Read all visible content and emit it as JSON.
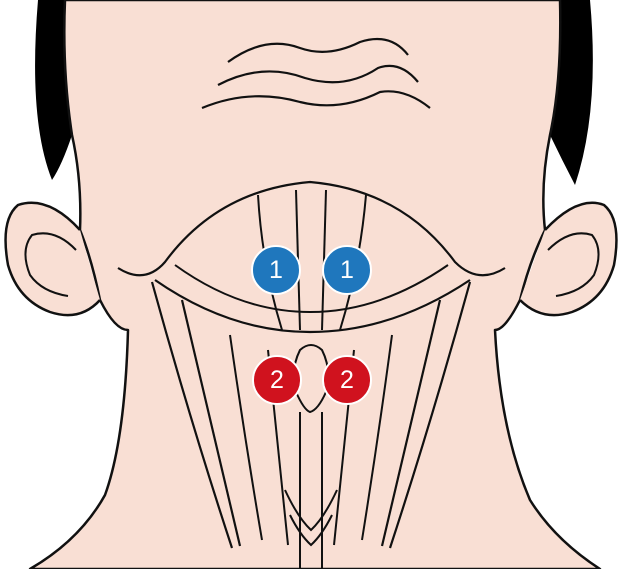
{
  "colors": {
    "skin": "#f9dfd4",
    "hair": "#000000",
    "outline": "#111111",
    "marker_1": "#1f77bd",
    "marker_2": "#d0121e"
  },
  "markers": [
    {
      "label": "1",
      "color": "blue"
    },
    {
      "label": "1",
      "color": "blue"
    },
    {
      "label": "2",
      "color": "red"
    },
    {
      "label": "2",
      "color": "red"
    }
  ]
}
